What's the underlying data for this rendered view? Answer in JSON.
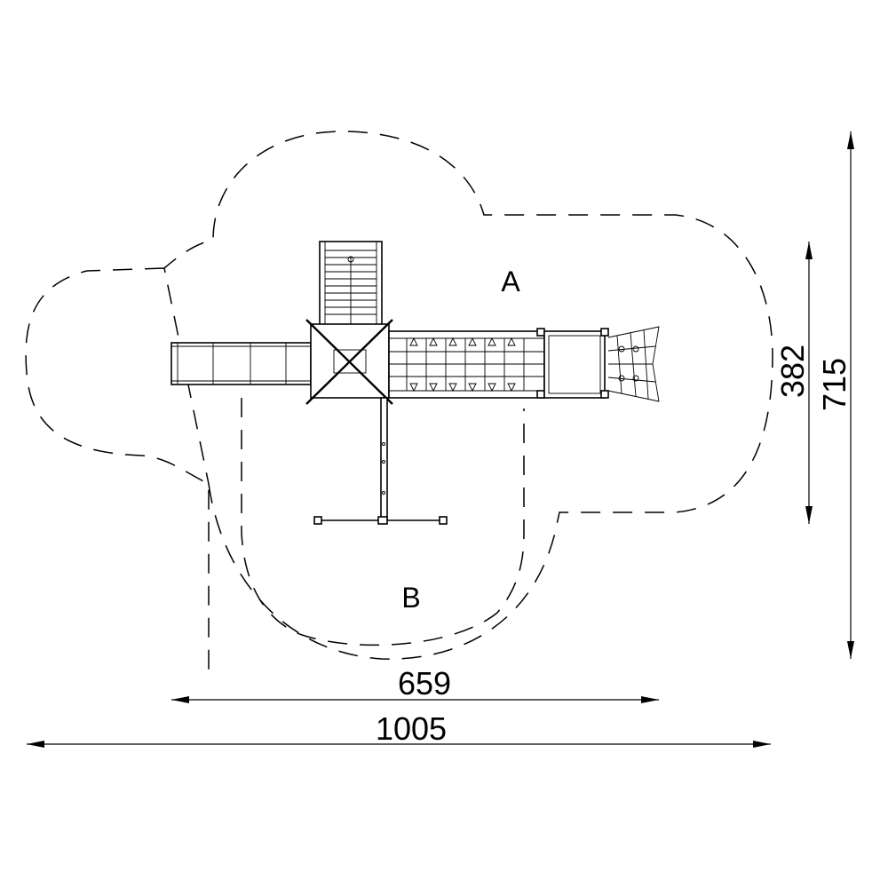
{
  "zones": {
    "a_label": "A",
    "b_label": "B"
  },
  "dimensions": {
    "width_inner": "659",
    "width_outer": "1005",
    "depth_inner": "382",
    "depth_outer": "715"
  },
  "colors": {
    "line": "#000000",
    "background": "#ffffff"
  }
}
